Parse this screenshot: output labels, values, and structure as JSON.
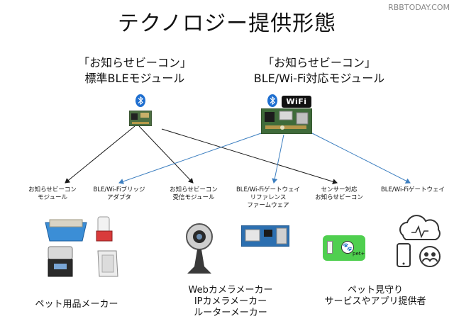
{
  "title": "テクノロジー提供形態",
  "watermark": "RBBTODAY.COM",
  "modules": {
    "left": {
      "line1": "「お知らせビーコン」",
      "line2": "標準BLEモジュール"
    },
    "right": {
      "line1": "「お知らせビーコン」",
      "line2": "BLE/Wi-Fi対応モジュール",
      "wifi_badge": "WiFi"
    }
  },
  "categories": [
    {
      "line1": "お知らせビーコン",
      "line2": "モジュール",
      "line3": ""
    },
    {
      "line1": "BLE/Wi-Fiブリッジ",
      "line2": "アダプタ",
      "line3": ""
    },
    {
      "line1": "お知らせビーコン",
      "line2": "受信モジュール",
      "line3": ""
    },
    {
      "line1": "BLE/Wi-Fiゲートウェイ",
      "line2": "リファレンス",
      "line3": "ファームウェア"
    },
    {
      "line1": "センサー対応",
      "line2": "お知らせビーコン",
      "line3": ""
    },
    {
      "line1": "BLE/Wi-Fiゲートウェイ",
      "line2": "",
      "line3": ""
    }
  ],
  "groups": {
    "pet_goods": {
      "line1": "ペット用品メーカー"
    },
    "camera": {
      "line1": "Webカメラメーカー",
      "line2": "IPカメラメーカー",
      "line3": "ルーターメーカー"
    },
    "service": {
      "line1": "ペット見守り",
      "line2": "サービスやアプリ提供者"
    }
  },
  "sticker_text": "pet+",
  "colors": {
    "black_line": "#1a1a1a",
    "blue_line": "#3d7fc0",
    "board_green": "#3f6b3a",
    "bluetooth": "#1f6fd0"
  }
}
